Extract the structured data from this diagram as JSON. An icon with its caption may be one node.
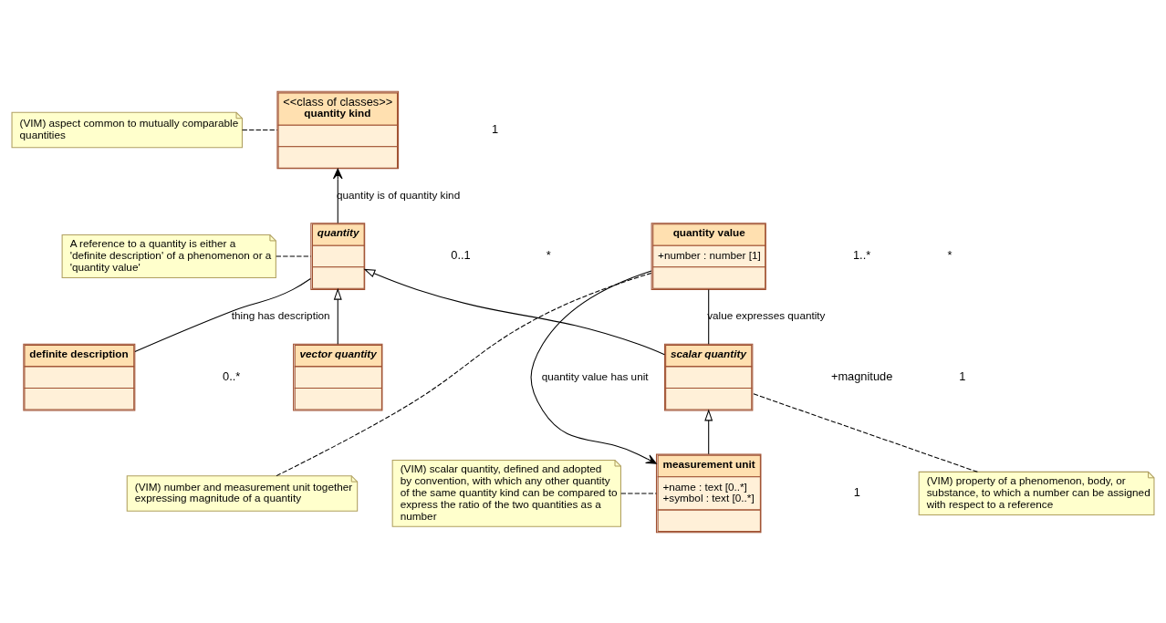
{
  "diagram": {
    "nodes": [
      {
        "text": [
          "(VIM) aspect common to mutually comparable quantities"
        ]
      },
      {
        "text": [
          "<<class of classes>>",
          "quantity kind"
        ]
      },
      {
        "text": [
          "A reference to a quantity is either a 'definite description' of a phenomenon or a 'quantity value'"
        ]
      },
      {
        "text": [
          "quantity"
        ]
      },
      {
        "text": [
          "(VIM) property of a phenomenon, body, or substance, to which a number can be assigned with respect to a reference"
        ]
      },
      {
        "text": [
          "(VIM) number and measurement unit together expressing magnitude of a quantity"
        ]
      },
      {
        "text": [
          "definite description"
        ]
      },
      {
        "text": [
          "vector quantity"
        ]
      },
      {
        "text": [
          "scalar quantity"
        ]
      },
      {
        "text": [
          "quantity value",
          "+number : number [1]"
        ]
      },
      {
        "text": [
          "(VIM) scalar quantity, defined and adopted by convention, with which any other quantity of the same quantity kind can be compared to express the ratio of the two quantities as a number"
        ]
      },
      {
        "text": [
          "measurement unit",
          "+name : text [0..*]",
          "+symbol : text [0..*]"
        ]
      }
    ],
    "edges": [
      {
        "from": 0,
        "to": 1,
        "arrow": "none",
        "style": "dashed"
      },
      {
        "from": 3,
        "to": 1,
        "arrow": "to",
        "label": "quantity is of quantity kind"
      },
      {
        "from": 2,
        "to": 3,
        "arrow": "none",
        "style": "dashed"
      },
      {
        "from": 6,
        "to": 3,
        "arrow": "none",
        "label": "thing has description"
      },
      {
        "from": 7,
        "to": 3,
        "arrow": "to"
      },
      {
        "from": 8,
        "to": 3,
        "arrow": "to"
      },
      {
        "from": 4,
        "to": 8,
        "arrow": "none",
        "style": "dashed"
      },
      {
        "from": 5,
        "to": 9,
        "arrow": "none",
        "style": "dashed"
      },
      {
        "from": 8,
        "to": 9,
        "arrow": "none",
        "label": "value expresses quantity"
      },
      {
        "from": 9,
        "to": 11,
        "arrow": "to",
        "label": "quantity value has unit"
      },
      {
        "from": 11,
        "to": 8,
        "arrow": "to"
      },
      {
        "from": 10,
        "to": 11,
        "arrow": "none",
        "style": "dashed"
      }
    ],
    "labels": [
      "1",
      "*",
      "0..1",
      "0..*",
      "1",
      "1..*",
      "+magnitude",
      "*",
      "1"
    ]
  }
}
